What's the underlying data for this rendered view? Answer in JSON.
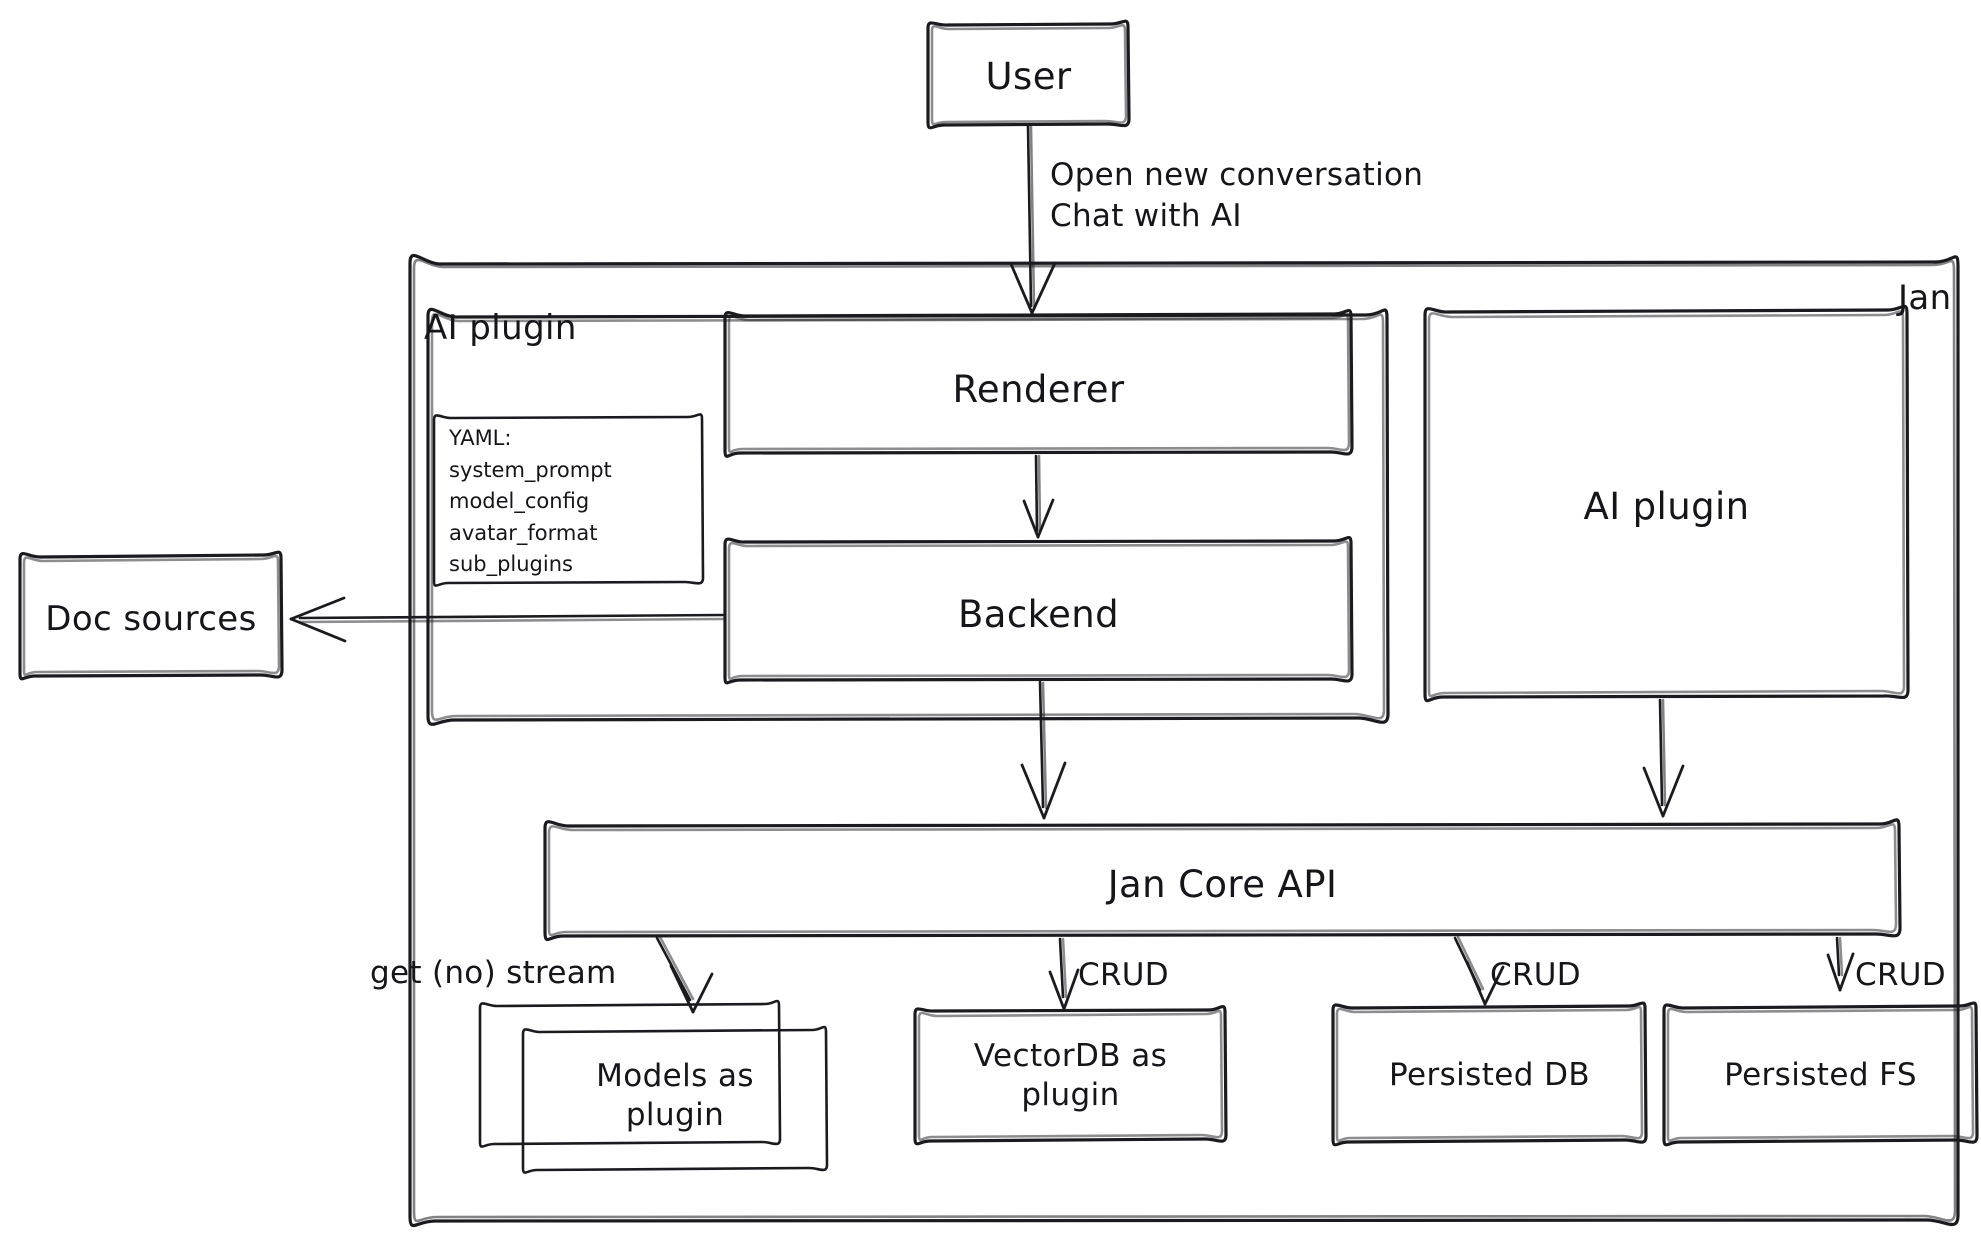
{
  "diagram": {
    "title": "Jan architecture diagram",
    "style": "hand-drawn whiteboard",
    "stroke_color": "#1b1b1f",
    "background_color": "#ffffff"
  },
  "containers": {
    "jan": {
      "label": "Jan"
    },
    "ai_plugin_group": {
      "label": "AI plugin"
    }
  },
  "nodes": {
    "user": {
      "label": "User"
    },
    "renderer": {
      "label": "Renderer"
    },
    "backend": {
      "label": "Backend"
    },
    "yaml": {
      "label": "YAML:\nsystem_prompt\nmodel_config\navatar_format\nsub_plugins"
    },
    "doc_sources": {
      "label": "Doc sources"
    },
    "ai_plugin": {
      "label": "AI plugin"
    },
    "jan_core_api": {
      "label": "Jan Core API"
    },
    "models_plugin": {
      "label": "Models as\nplugin"
    },
    "vectordb_plugin": {
      "label": "VectorDB as\nplugin"
    },
    "persisted_db": {
      "label": "Persisted DB"
    },
    "persisted_fs": {
      "label": "Persisted FS"
    }
  },
  "edges": [
    {
      "id": "user-to-renderer",
      "from": "user",
      "to": "renderer",
      "label": "Open new conversation\nChat with AI"
    },
    {
      "id": "renderer-to-backend",
      "from": "renderer",
      "to": "backend",
      "label": ""
    },
    {
      "id": "backend-to-doc-sources",
      "from": "backend",
      "to": "doc_sources",
      "label": ""
    },
    {
      "id": "backend-to-core",
      "from": "backend",
      "to": "jan_core_api",
      "label": ""
    },
    {
      "id": "aiplugin-to-core",
      "from": "ai_plugin",
      "to": "jan_core_api",
      "label": ""
    },
    {
      "id": "core-to-models",
      "from": "jan_core_api",
      "to": "models_plugin",
      "label": "get (no) stream"
    },
    {
      "id": "core-to-vectordb",
      "from": "jan_core_api",
      "to": "vectordb_plugin",
      "label": "CRUD"
    },
    {
      "id": "core-to-persisted-db",
      "from": "jan_core_api",
      "to": "persisted_db",
      "label": "CRUD"
    },
    {
      "id": "core-to-persisted-fs",
      "from": "jan_core_api",
      "to": "persisted_fs",
      "label": "CRUD"
    }
  ]
}
